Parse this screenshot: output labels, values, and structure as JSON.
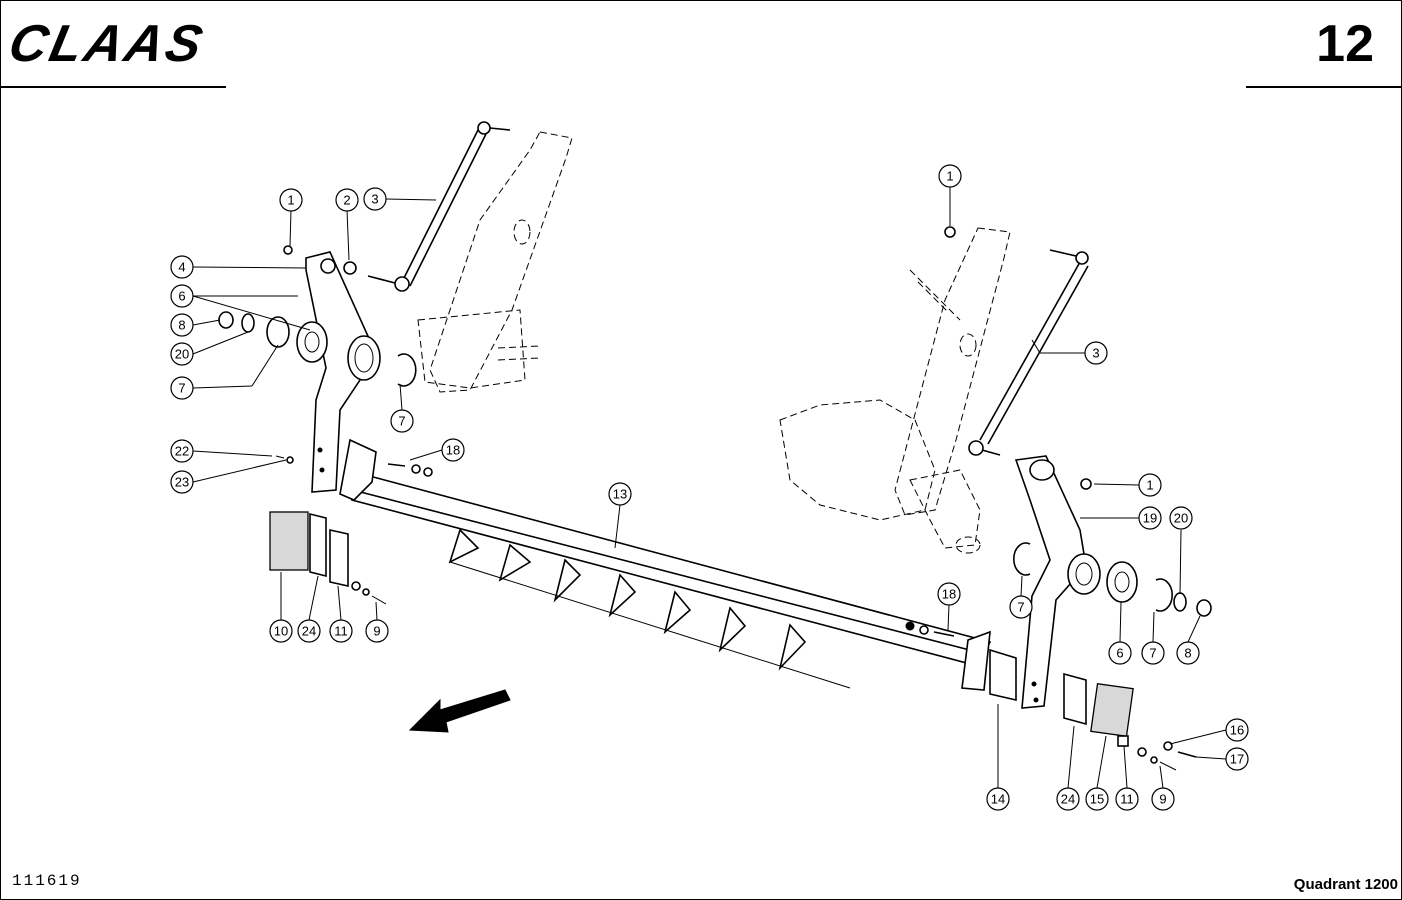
{
  "header": {
    "brand": "CLAAS",
    "page_number": "12"
  },
  "footer": {
    "drawing_number": "111619",
    "model": "Quadrant 1200"
  },
  "callouts": {
    "c1a": "1",
    "c2": "2",
    "c3a": "3",
    "c4": "4",
    "c6a": "6",
    "c8a": "8",
    "c20a": "20",
    "c7a": "7",
    "c7b": "7",
    "c22": "22",
    "c23": "23",
    "c18a": "18",
    "c13": "13",
    "c10": "10",
    "c24a": "24",
    "c11a": "11",
    "c9a": "9",
    "c1b": "1",
    "c3b": "3",
    "c1c": "1",
    "c19": "19",
    "c20b": "20",
    "c7c": "7",
    "c18b": "18",
    "c6b": "6",
    "c7d": "7",
    "c8b": "8",
    "c16": "16",
    "c17": "17",
    "c14": "14",
    "c24b": "24",
    "c15": "15",
    "c11b": "11",
    "c9b": "9"
  }
}
